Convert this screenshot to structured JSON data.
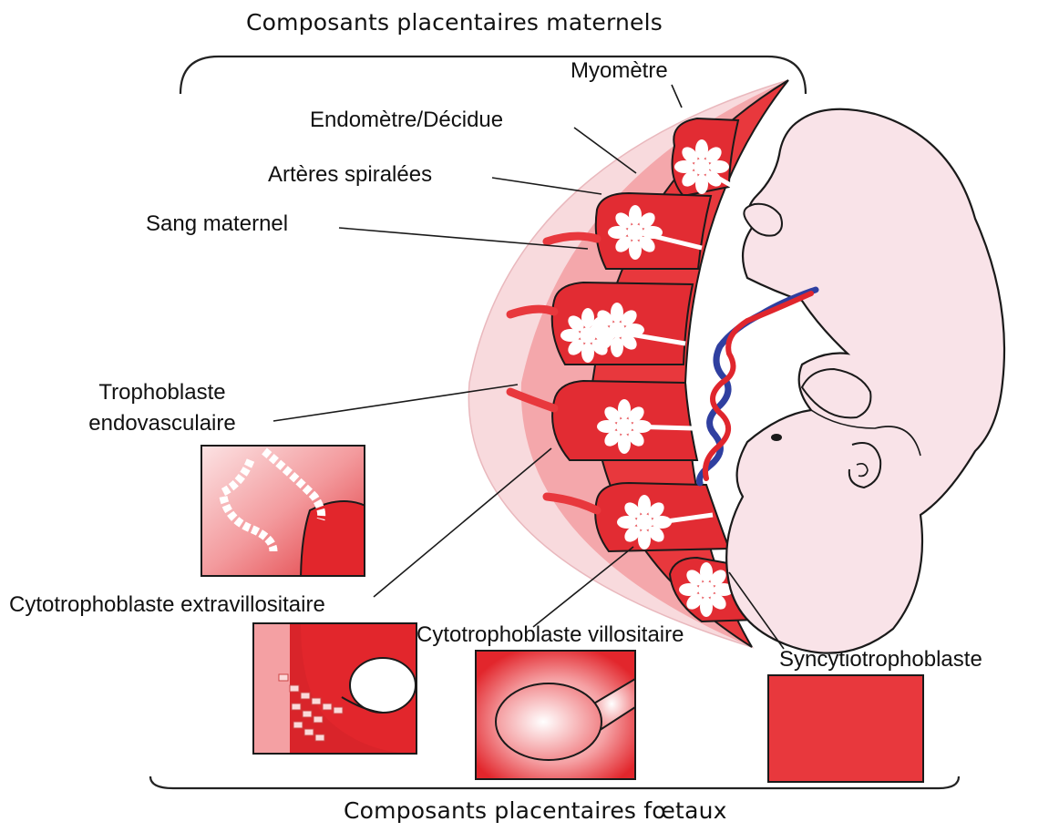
{
  "titles": {
    "top": "Composants placentaires maternels",
    "bottom": "Composants placentaires fœtaux"
  },
  "labels": {
    "myometre": "Myomètre",
    "endometre": "Endomètre/Décidue",
    "arteres": "Artères spiralées",
    "sang": "Sang maternel",
    "tropho_line1": "Trophoblaste",
    "tropho_line2": "endovasculaire",
    "cyto_extra": "Cytotrophoblaste extravillositaire",
    "cyto_villo": "Cytotrophoblaste villositaire",
    "syncytio": "Syncytiotrophoblaste"
  },
  "colors": {
    "placenta_red": "#e8383d",
    "dark_red": "#b2151a",
    "myometrium_pink": "#f8dadd",
    "fetus_pink": "#f9e3e8",
    "outline": "#1a1a1a",
    "artery": "#e0262d",
    "vein": "#2f3fa0"
  }
}
